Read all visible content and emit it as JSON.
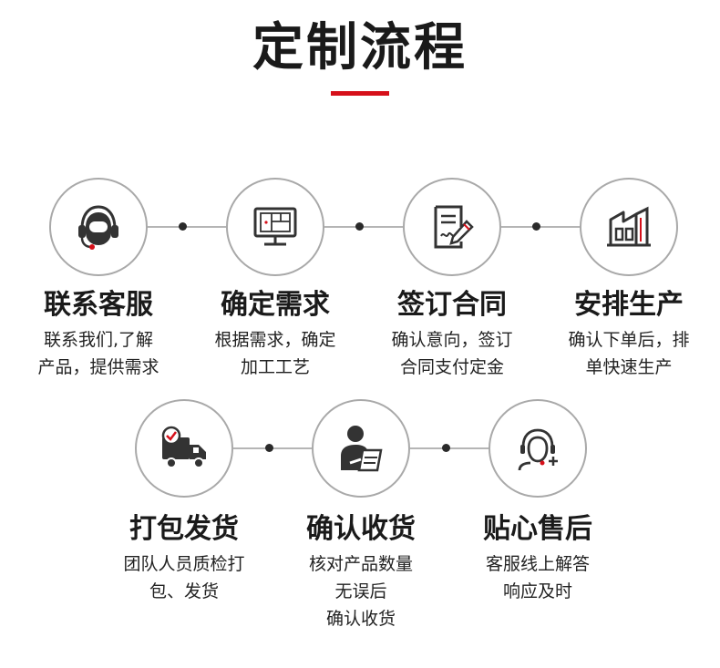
{
  "title": "定制流程",
  "colors": {
    "accent": "#d6101a",
    "text": "#1a1a1a",
    "circle_border": "#a9a9a9"
  },
  "steps": [
    {
      "icon": "headset-icon",
      "title": "联系客服",
      "desc": [
        "联系我们,了解",
        "产品，提供需求"
      ]
    },
    {
      "icon": "monitor-blueprint-icon",
      "title": "确定需求",
      "desc": [
        "根据需求，确定",
        "加工工艺"
      ]
    },
    {
      "icon": "contract-pen-icon",
      "title": "签订合同",
      "desc": [
        "确认意向，签订",
        "合同支付定金"
      ]
    },
    {
      "icon": "factory-icon",
      "title": "安排生产",
      "desc": [
        "确认下单后，排",
        "单快速生产"
      ]
    },
    {
      "icon": "delivery-truck-icon",
      "title": "打包发货",
      "desc": [
        "团队人员质检打",
        "包、发货"
      ]
    },
    {
      "icon": "receive-check-icon",
      "title": "确认收货",
      "desc": [
        "核对产品数量",
        "无误后",
        "确认收货"
      ]
    },
    {
      "icon": "support-agent-icon",
      "title": "贴心售后",
      "desc": [
        "客服线上解答",
        "响应及时"
      ]
    }
  ]
}
